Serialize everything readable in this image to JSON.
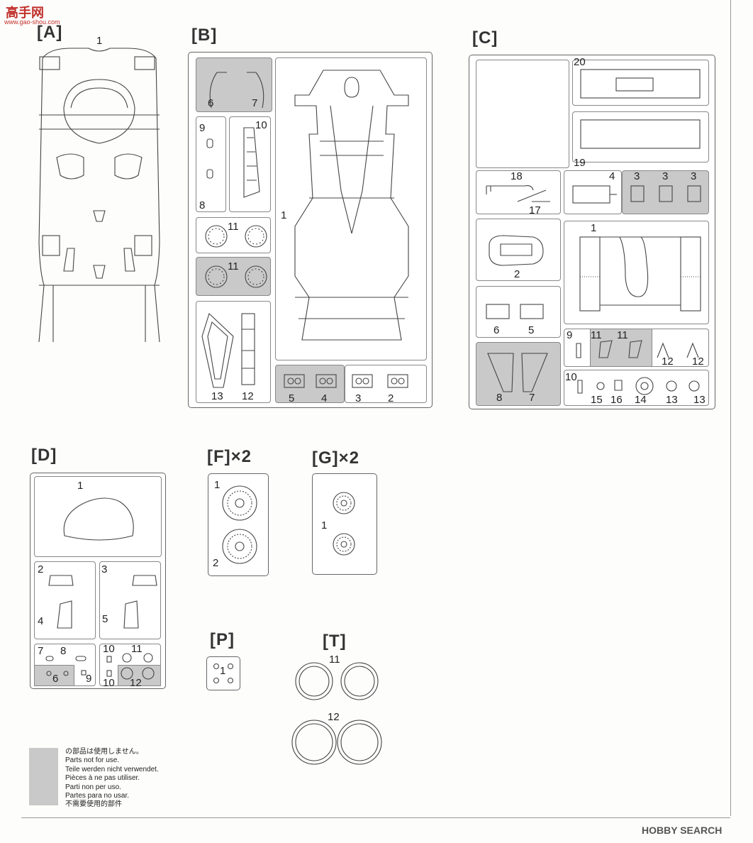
{
  "watermark": {
    "top_chars": "高手网",
    "url": "www.gao-shou.com",
    "bottom_brand": "HOBBY SEARCH"
  },
  "sections": {
    "A": {
      "title": "[A]",
      "part": "1"
    },
    "B": {
      "title": "[B]",
      "parts": {
        "p1": "1",
        "p2": "2",
        "p3": "3",
        "p4": "4",
        "p5": "5",
        "p6": "6",
        "p7": "7",
        "p8": "8",
        "p9": "9",
        "p10": "10",
        "p11a": "11",
        "p11b": "11",
        "p12": "12",
        "p13": "13"
      }
    },
    "C": {
      "title": "[C]",
      "parts": {
        "p1": "1",
        "p2": "2",
        "p3a": "3",
        "p3b": "3",
        "p3c": "3",
        "p4": "4",
        "p5": "5",
        "p6": "6",
        "p7": "7",
        "p8": "8",
        "p9": "9",
        "p10": "10",
        "p11a": "11",
        "p11b": "11",
        "p12a": "12",
        "p12b": "12",
        "p13a": "13",
        "p13b": "13",
        "p14": "14",
        "p15": "15",
        "p16": "16",
        "p17": "17",
        "p18": "18",
        "p19": "19",
        "p20": "20"
      }
    },
    "D": {
      "title": "[D]",
      "parts": {
        "p1": "1",
        "p2": "2",
        "p3": "3",
        "p4": "4",
        "p5": "5",
        "p6": "6",
        "p7": "7",
        "p8": "8",
        "p9": "9",
        "p10a": "10",
        "p10b": "10",
        "p11": "11",
        "p12": "12"
      }
    },
    "F": {
      "title": "[F]×2",
      "parts": {
        "p1": "1",
        "p2": "2"
      }
    },
    "G": {
      "title": "[G]×2",
      "parts": {
        "p1": "1"
      }
    },
    "P": {
      "title": "[P]",
      "parts": {
        "p1": "1"
      }
    },
    "T": {
      "title": "[T]",
      "parts": {
        "p11": "11",
        "p12": "12"
      }
    }
  },
  "legend": {
    "swatch_color": "#c9c9c9",
    "lines": [
      "の部品は使用しません。",
      "Parts not for use.",
      "Teile werden nicht verwendet.",
      "Pièces à ne pas utiliser.",
      "Parti non per uso.",
      "Partes para no usar.",
      "不需要使用的部件"
    ]
  }
}
